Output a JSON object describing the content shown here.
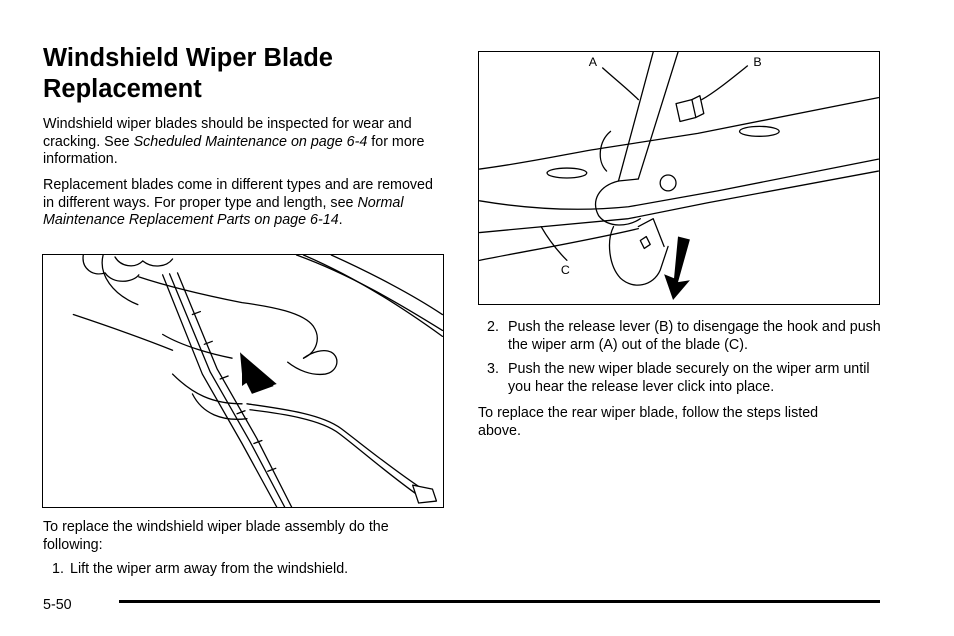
{
  "title": "Windshield Wiper Blade Replacement",
  "left": {
    "p1_lead": "Windshield wiper blades should be inspected for wear and cracking. See ",
    "p1_ref": "Scheduled Maintenance on page 6-4",
    "p1_tail": " for more information.",
    "p2_lead": "Replacement blades come in different types and are removed in different ways. For proper type and length, see ",
    "p2_ref": "Normal Maintenance Replacement Parts on page 6-14",
    "p2_tail": ".",
    "p3": "To replace the windshield wiper blade assembly do the following:",
    "step1_num": "1.",
    "step1_text": "Lift the wiper arm away from the windshield."
  },
  "right": {
    "callouts": {
      "a": "A",
      "b": "B",
      "c": "C"
    },
    "step2_num": "2.",
    "step2_text": "Push the release lever (B) to disengage the hook and push the wiper arm (A) out of the blade (C).",
    "step3_num": "3.",
    "step3_text": "Push the new wiper blade securely on the wiper arm until you hear the release lever click into place.",
    "p_rear": "To replace the rear wiper blade, follow the steps listed above."
  },
  "footer": {
    "page_number": "5-50"
  }
}
